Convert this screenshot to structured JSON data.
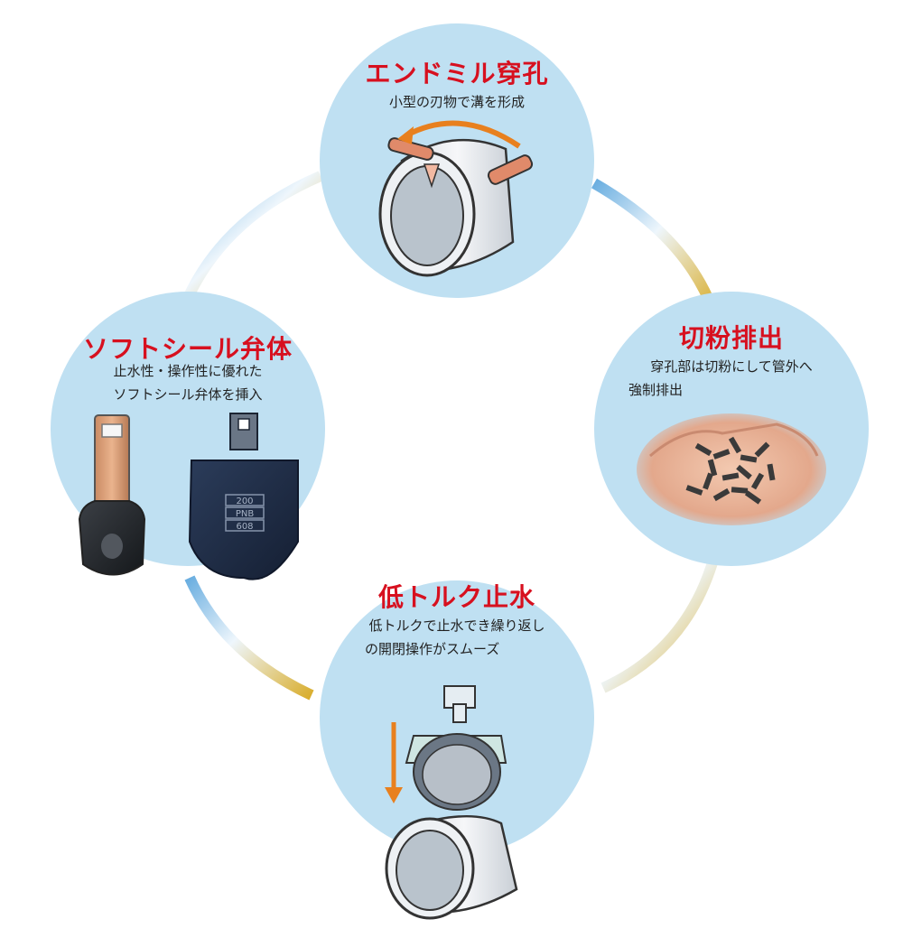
{
  "colors": {
    "bubble": "#bfe0f2",
    "title": "#d7101f",
    "ring_gold": "#d9ae2e",
    "ring_blue": "#6aaee0",
    "arrow_orange": "#e8801e"
  },
  "steps": {
    "top": {
      "title": "エンドミル穿孔",
      "desc": [
        "小型の刃物で溝を形成"
      ],
      "icon": "pipe-with-endmill-icon"
    },
    "right": {
      "title": "切粉排出",
      "desc": [
        "穿孔部は切粉にして管外へ",
        "強制排出"
      ],
      "icon": "hand-with-chips-icon"
    },
    "bottom": {
      "title": "低トルク止水",
      "desc": [
        "低トルクで止水でき繰り返し",
        "の開閉操作がスムーズ"
      ],
      "icon": "valve-closing-pipe-icon"
    },
    "left": {
      "title": "ソフトシール弁体",
      "desc": [
        "止水性・操作性に優れた",
        "ソフトシール弁体を挿入"
      ],
      "icon": "soft-seal-valve-icon",
      "marking": [
        "200",
        "PNB",
        "608"
      ]
    }
  }
}
